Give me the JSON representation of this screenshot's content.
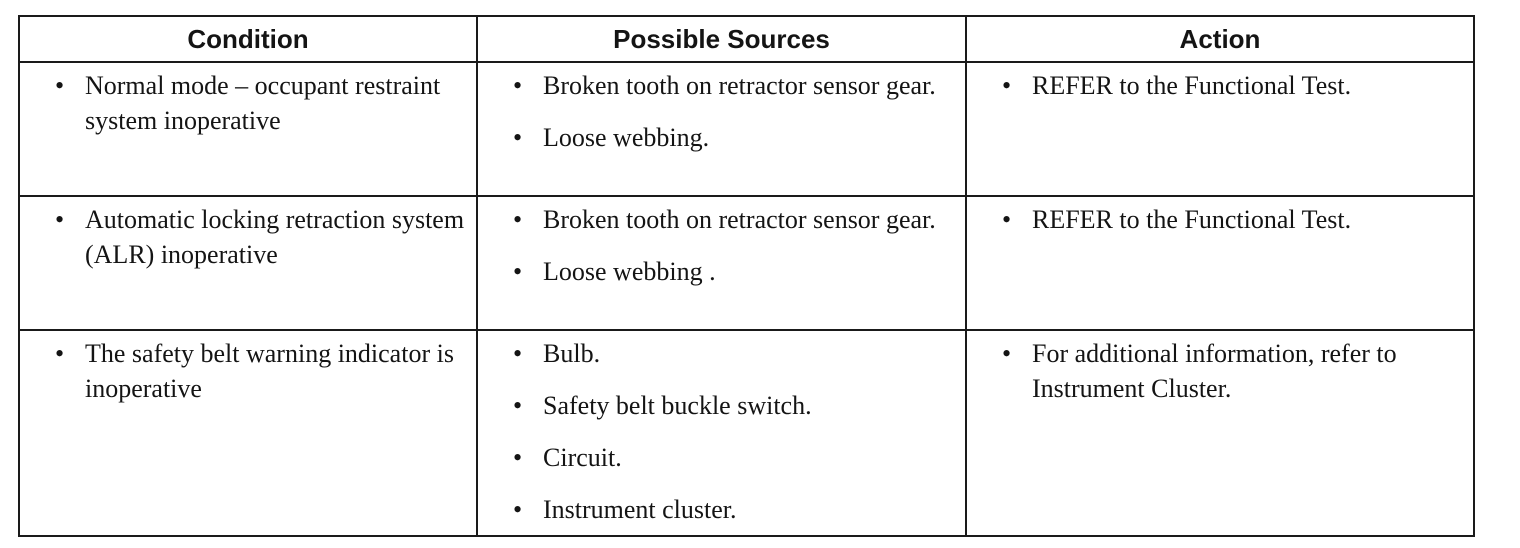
{
  "headers": {
    "condition": "Condition",
    "sources": "Possible Sources",
    "action": "Action"
  },
  "bullet": "•",
  "rows": [
    {
      "condition": "Normal mode – occupant restraint system inoperative",
      "sources": [
        "Broken tooth on retractor sensor gear.",
        "Loose webbing."
      ],
      "action": "REFER to the Functional Test."
    },
    {
      "condition": "Automatic locking retraction system (ALR) inoperative",
      "sources": [
        "Broken tooth on retractor sensor gear.",
        "Loose webbing ."
      ],
      "action": "REFER to the Functional Test."
    },
    {
      "condition": "The safety belt warning indicator is inoperative",
      "sources": [
        "Bulb.",
        "Safety belt buckle switch.",
        "Circuit.",
        "Instrument cluster."
      ],
      "action": "For additional information, refer to Instrument Cluster."
    }
  ]
}
